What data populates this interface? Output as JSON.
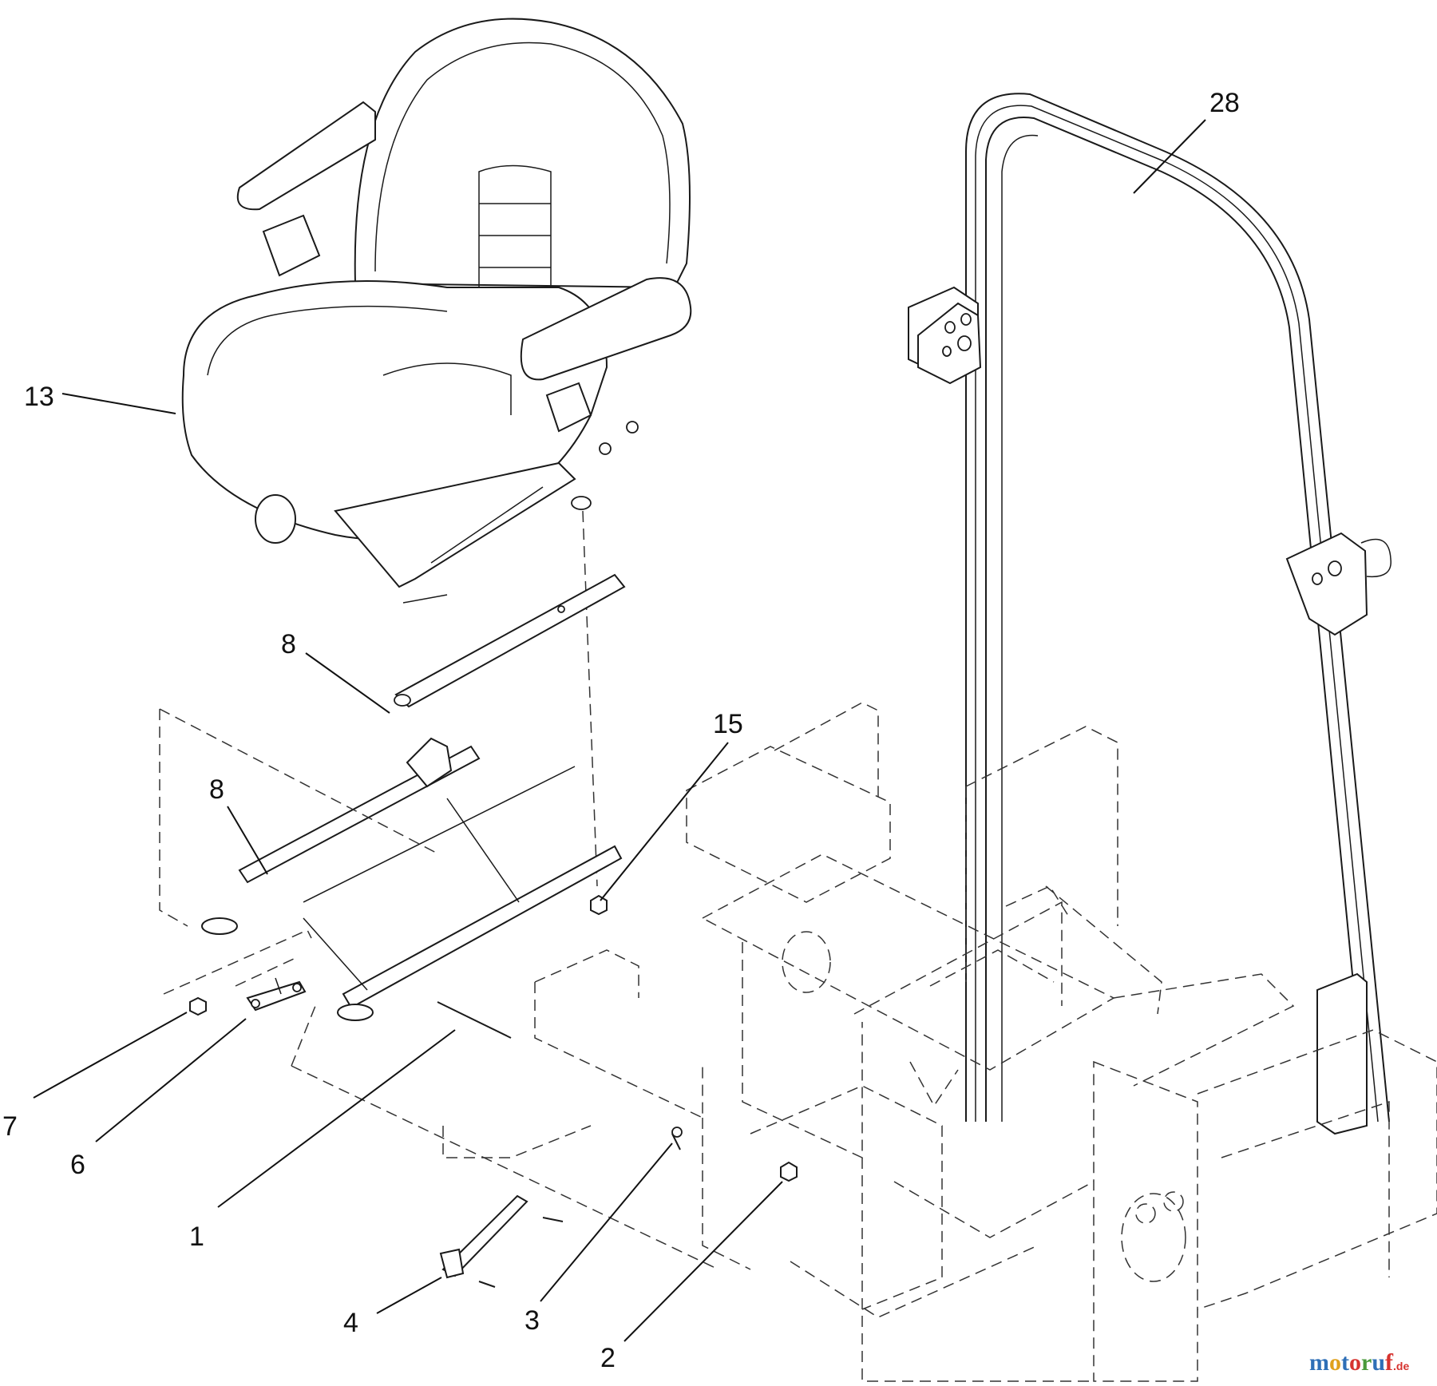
{
  "callouts": [
    {
      "id": "c28",
      "label": "28"
    },
    {
      "id": "c13",
      "label": "13"
    },
    {
      "id": "c8a",
      "label": "8"
    },
    {
      "id": "c15",
      "label": "15"
    },
    {
      "id": "c8b",
      "label": "8"
    },
    {
      "id": "c7",
      "label": "7"
    },
    {
      "id": "c6",
      "label": "6"
    },
    {
      "id": "c1",
      "label": "1"
    },
    {
      "id": "c4",
      "label": "4"
    },
    {
      "id": "c3",
      "label": "3"
    },
    {
      "id": "c2",
      "label": "2"
    }
  ],
  "watermark": {
    "letters": [
      "m",
      "o",
      "t",
      "o",
      "r",
      "u",
      "f"
    ],
    "colors": [
      "#2e6fb7",
      "#e0a11b",
      "#2e6fb7",
      "#d6332f",
      "#4a9a3a",
      "#2e6fb7",
      "#d6332f"
    ],
    "suffix": ".de"
  }
}
